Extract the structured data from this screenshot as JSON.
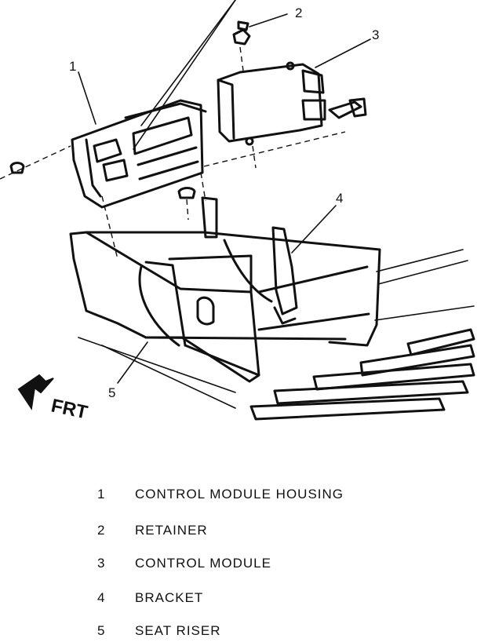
{
  "figure": {
    "orientation_label": "FRT",
    "callouts": [
      "1",
      "2",
      "3",
      "4",
      "5"
    ]
  },
  "legend": [
    {
      "number": "1",
      "label": "CONTROL MODULE HOUSING"
    },
    {
      "number": "2",
      "label": "RETAINER"
    },
    {
      "number": "3",
      "label": "CONTROL MODULE"
    },
    {
      "number": "4",
      "label": "BRACKET"
    },
    {
      "number": "5",
      "label": "SEAT RISER"
    }
  ]
}
